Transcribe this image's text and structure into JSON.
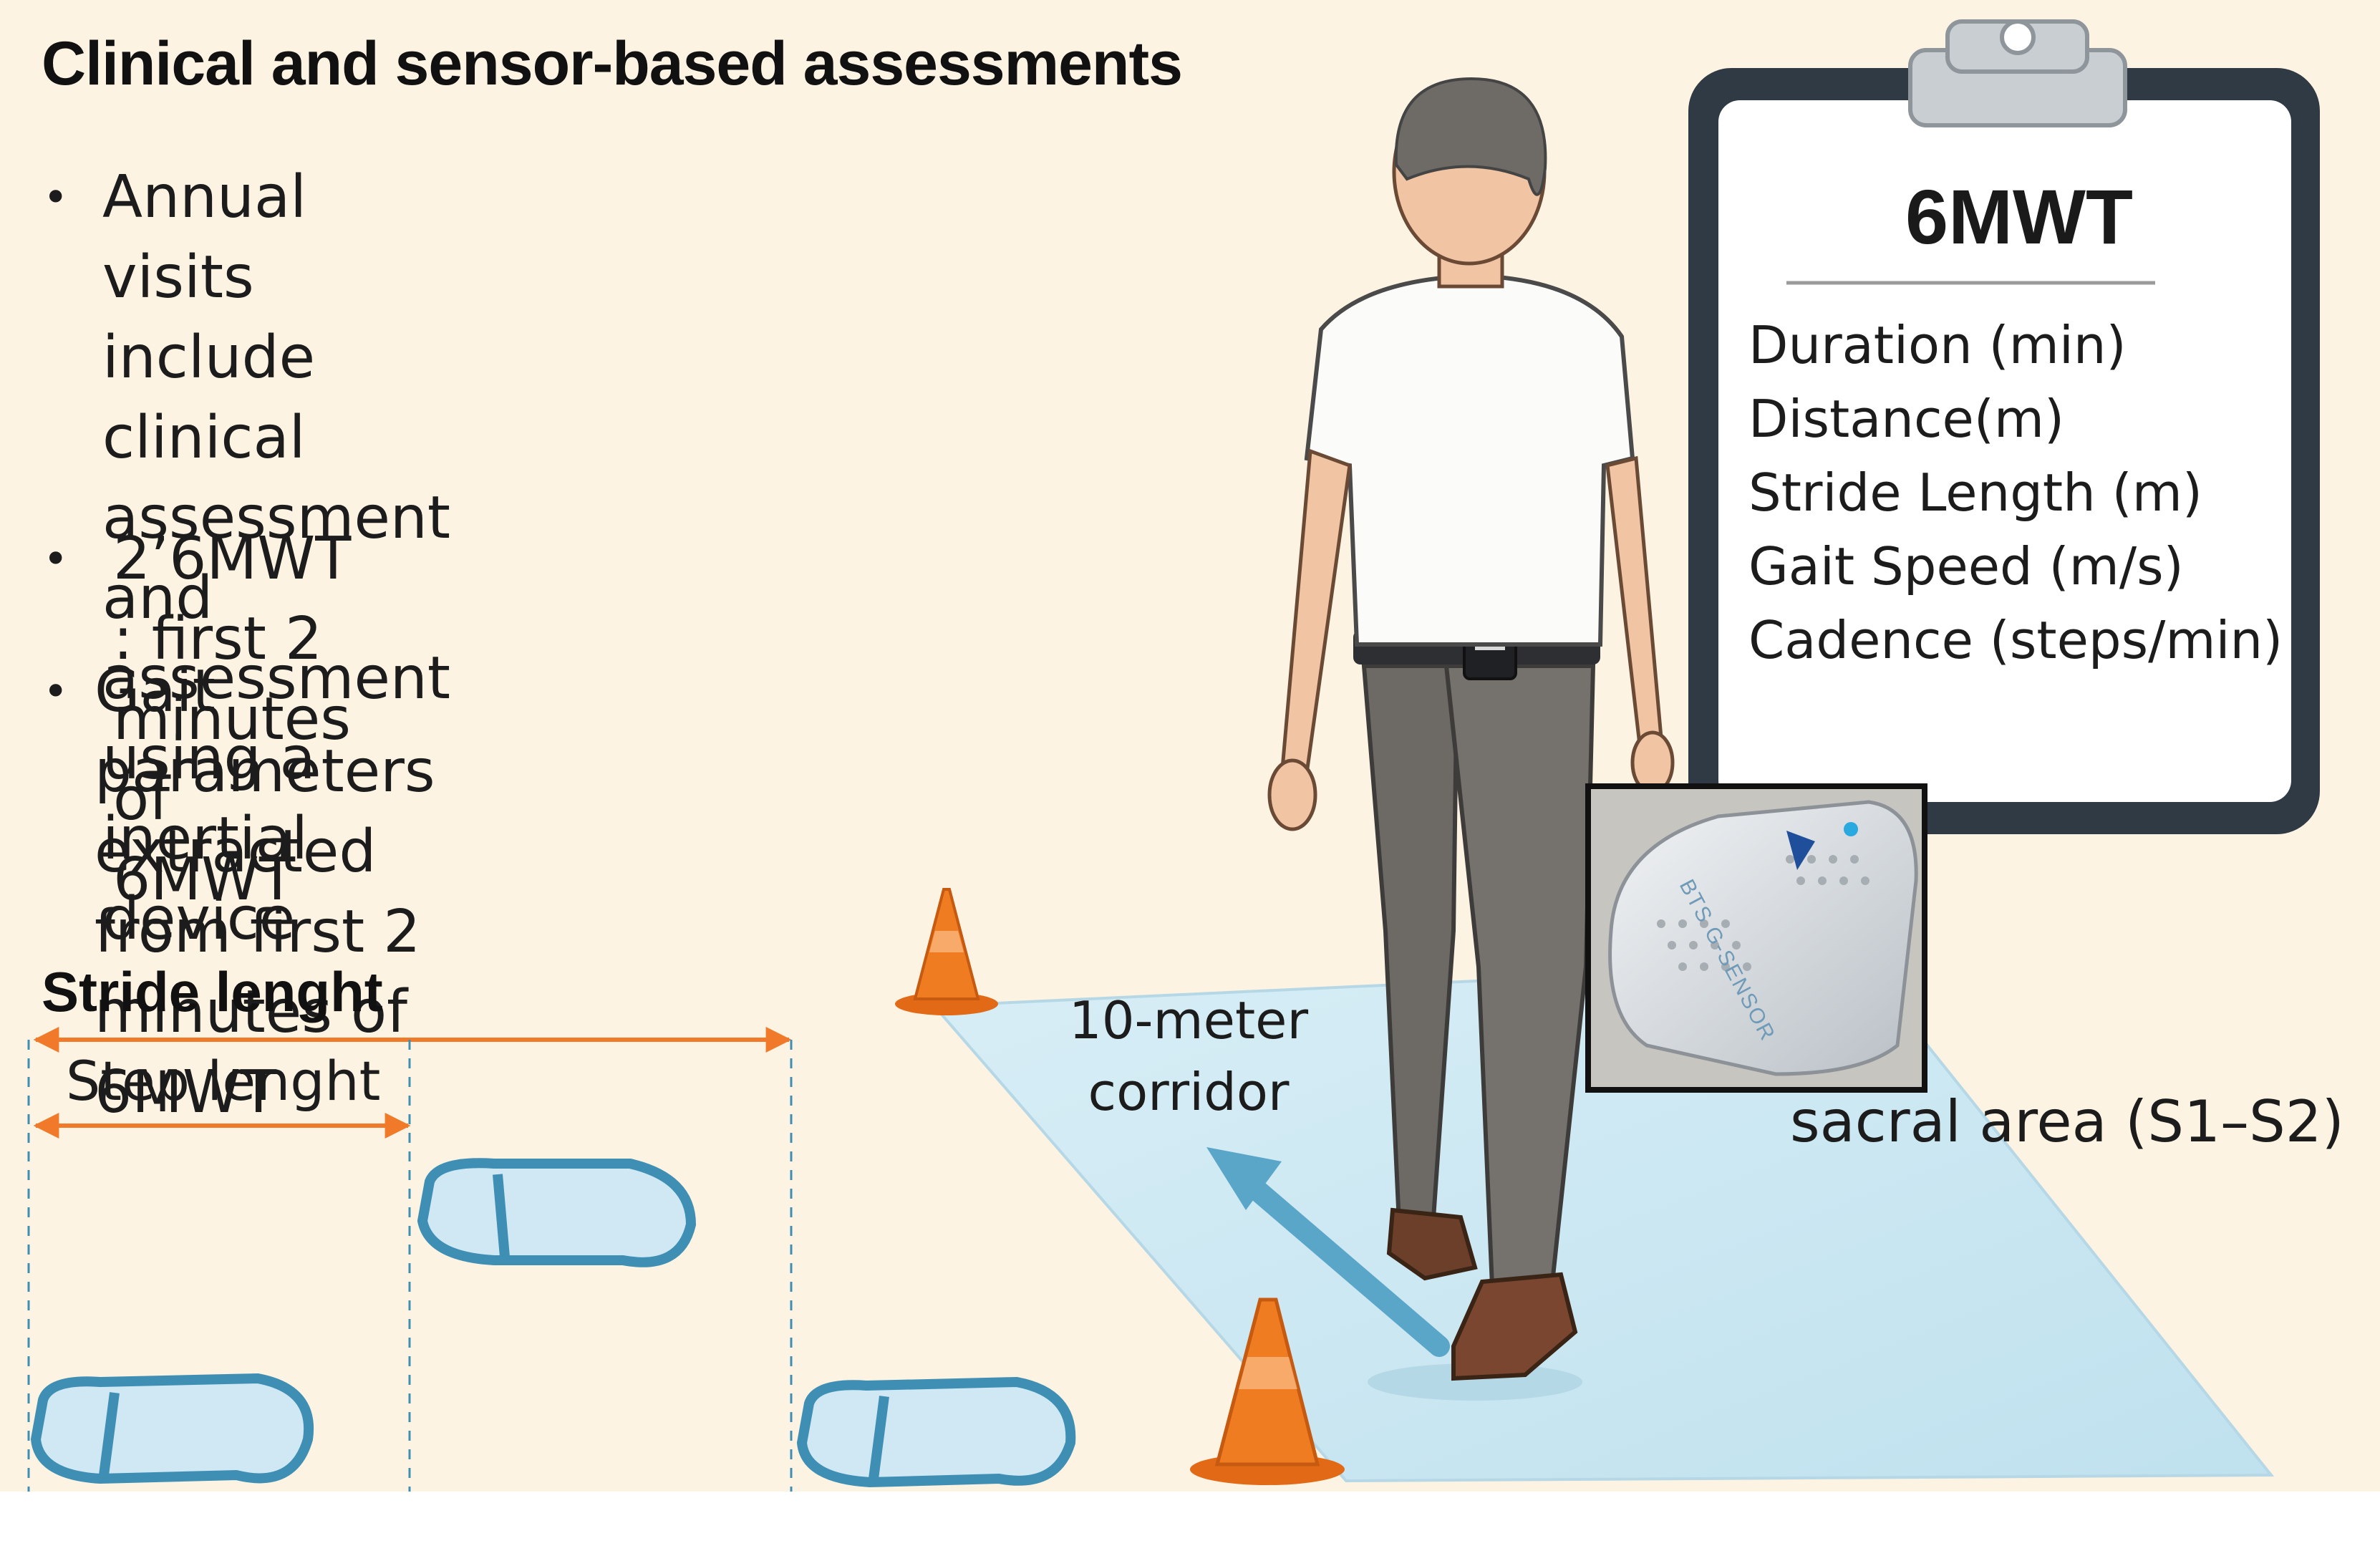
{
  "title": "Clinical and sensor-based assessments",
  "bullets": [
    {
      "text": "Annual visits  include\nclinical assessment and\nassessment using a\ninertial device"
    },
    {
      "text": "2’6MWT : first 2 minutes of 6MWT"
    },
    {
      "text": "Gait parameters extracted\nfrom first 2 minutes of\n6MWT"
    }
  ],
  "gait_diagram": {
    "stride_label": "Stride lenght",
    "step_label": "Step lenght"
  },
  "corridor": {
    "label": "10-meter\ncorridor"
  },
  "clipboard": {
    "heading": "6MWT",
    "items": [
      "Duration (min)",
      "Distance(m)",
      "Stride Length (m)",
      "Gait Speed (m/s)",
      "Cadence (steps/min)"
    ]
  },
  "sensor": {
    "device_text": "BTS G-SENSOR",
    "placement_label": "sacral area (S1–S2)"
  },
  "colors": {
    "background": "#fdf3e3",
    "arrow_orange": "#f07a2a",
    "footprint_blue": "#3f8fb5",
    "footprint_fill": "#cfe8f4",
    "corridor_fill": "#cfe9f3",
    "cone_orange": "#f07c22",
    "clipboard_frame": "#2f3a45"
  }
}
